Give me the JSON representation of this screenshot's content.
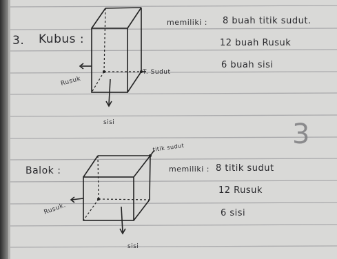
{
  "section_1": {
    "number": "3.",
    "title": "Kubus :",
    "memiliki_label": "memiliki :",
    "properties": [
      "8 buah titik sudut.",
      "12 buah Rusuk",
      "6 buah sisi"
    ],
    "annotations": {
      "rusuk": "Rusuk",
      "titik_sudut": "T. Sudut",
      "sisi": "sisi"
    }
  },
  "section_2": {
    "title": "Balok :",
    "memiliki_label": "memiliki :",
    "properties": [
      "8 titik sudut",
      "12 Rusuk",
      "6 sisi"
    ],
    "annotations": {
      "titik_sudut": "titik sudut",
      "rusuk": "Rusuk.",
      "sisi": "sisi"
    }
  },
  "margin_mark": "3"
}
